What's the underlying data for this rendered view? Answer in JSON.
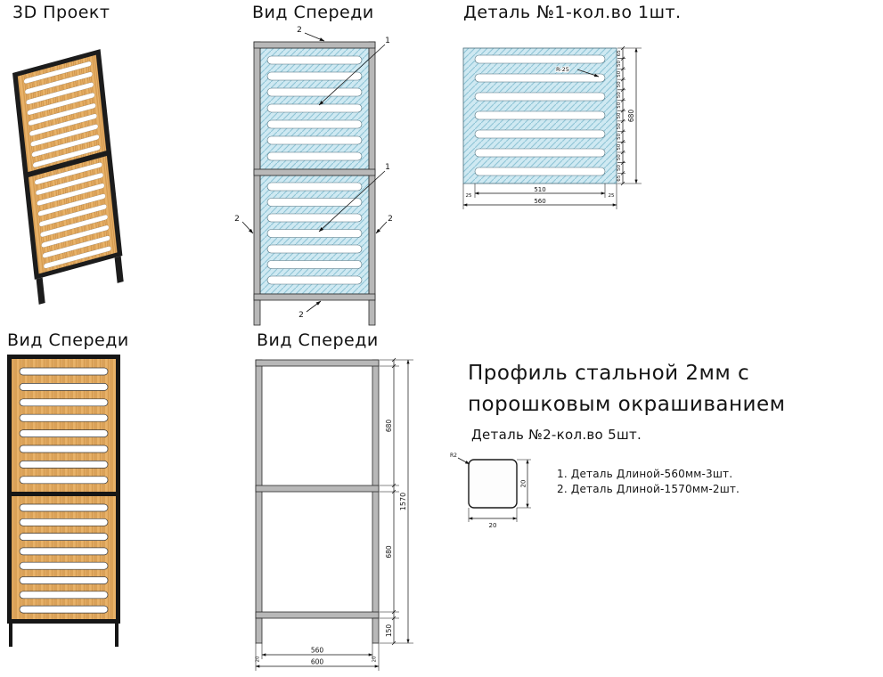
{
  "colors": {
    "panel_blue": "#cfe9f2",
    "hatch_blue": "#8ec4d6",
    "steel_gray": "#b8b8b8",
    "frame_black": "#1a1a1a",
    "wood_base": "#e8b269",
    "wood_grain": "#d49a4e"
  },
  "titles": {
    "view_3d": "3D Проект",
    "front_top": "Вид Спереди",
    "detail1": "Деталь №1-кол.во 1шт.",
    "front_wood": "Вид Спереди",
    "front_frame": "Вид Спереди"
  },
  "callouts": {
    "panel": "1",
    "frame": "2"
  },
  "detail1": {
    "radius": "R-25",
    "width_inner": "510",
    "width_outer": "560",
    "margin_left": "25",
    "margin_right": "25",
    "height_total": "680",
    "chain": [
      "65",
      "50",
      "50",
      "50",
      "50",
      "50",
      "50",
      "50",
      "50",
      "50",
      "50",
      "50",
      "65"
    ]
  },
  "frame_view": {
    "section_top": "680",
    "section_bottom": "680",
    "legs": "150",
    "height_total": "1570",
    "width_inner": "560",
    "width_outer": "600",
    "profile_left": "20",
    "profile_right": "20"
  },
  "profile_block": {
    "heading": "Профиль стальной 2мм с порошковым окрашиванием",
    "subheading": "Деталь №2-кол.во 5шт.",
    "radius": "R2",
    "dim_width": "20",
    "dim_height": "20",
    "notes": [
      "1. Деталь Длиной-560мм-3шт.",
      "2. Деталь Длиной-1570мм-2шт."
    ]
  }
}
